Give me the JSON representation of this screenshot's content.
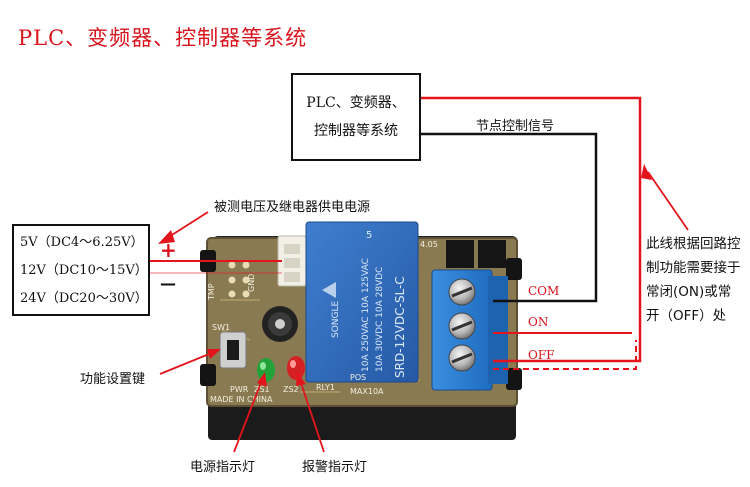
{
  "title": "PLC、变频器、控制器等系统",
  "plc_box": {
    "line1": "PLC、变频器、",
    "line2": "控制器等系统"
  },
  "signal_label": "节点控制信号",
  "power_label": "被测电压及继电器供电电源",
  "power_box": {
    "line1": "5V（DC4～6.25V）",
    "line2": "12V（DC10～15V）",
    "line3": "24V（DC20～30V）"
  },
  "polarity": {
    "plus": "+",
    "minus": "—"
  },
  "terminals": {
    "com": "COM",
    "on": "ON",
    "off": "OFF"
  },
  "note": "此线根据回路控制功能需要接于常闭(ON)或常开（OFF）处",
  "labels": {
    "func_key": "功能设置键",
    "power_led": "电源指示灯",
    "alarm_led": "报警指示灯"
  },
  "relay": {
    "brand": "SONGLE",
    "model": "SRD-12VDC-SL-C",
    "rating1": "10A 250VAC 10A 125VAC",
    "rating2": "10A 30VDC 10A 28VDC",
    "number": "5"
  },
  "board_marks": {
    "max": "MAX10A",
    "rly": "RLY1",
    "made": "MADE IN CHINA",
    "pos": "POS",
    "pwr": "PWR",
    "tmp": "TMP",
    "gnd": "GND",
    "led1": "ZS1",
    "led2": "ZS2",
    "sw": "SW1",
    "rev": "4.05"
  },
  "colors": {
    "accent_red": "#d8141c",
    "pcb": "#8a7a52",
    "relay_blue": "#2b67b8",
    "terminal_blue": "#2a7fd2",
    "led_green": "#23a23a",
    "led_red": "#d42222"
  }
}
